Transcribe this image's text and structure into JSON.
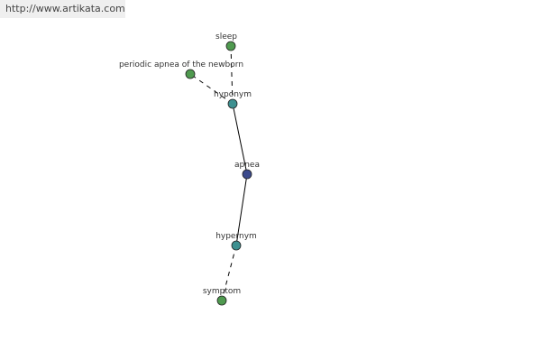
{
  "watermark": "http://www.artikata.com",
  "graph": {
    "colors": {
      "center": "#3c4a8c",
      "relation": "#3d9090",
      "leaf": "#4f9a4f",
      "stroke": "#222222",
      "edge": "#000000"
    },
    "nodes": [
      {
        "id": "apnea",
        "label": "apnea",
        "kind": "center"
      },
      {
        "id": "hyponym",
        "label": "hyponym",
        "kind": "relation"
      },
      {
        "id": "hypernym",
        "label": "hypernym",
        "kind": "relation"
      },
      {
        "id": "sleep",
        "label": "sleep",
        "kind": "leaf"
      },
      {
        "id": "periodic",
        "label": "periodic apnea of the newborn",
        "kind": "leaf"
      },
      {
        "id": "symptom",
        "label": "symptom",
        "kind": "leaf"
      }
    ],
    "edges": [
      {
        "from": "apnea",
        "to": "hyponym",
        "style": "solid"
      },
      {
        "from": "apnea",
        "to": "hypernym",
        "style": "solid"
      },
      {
        "from": "hyponym",
        "to": "sleep",
        "style": "dashed"
      },
      {
        "from": "hyponym",
        "to": "periodic",
        "style": "dashed"
      },
      {
        "from": "hypernym",
        "to": "symptom",
        "style": "dashed"
      }
    ]
  }
}
